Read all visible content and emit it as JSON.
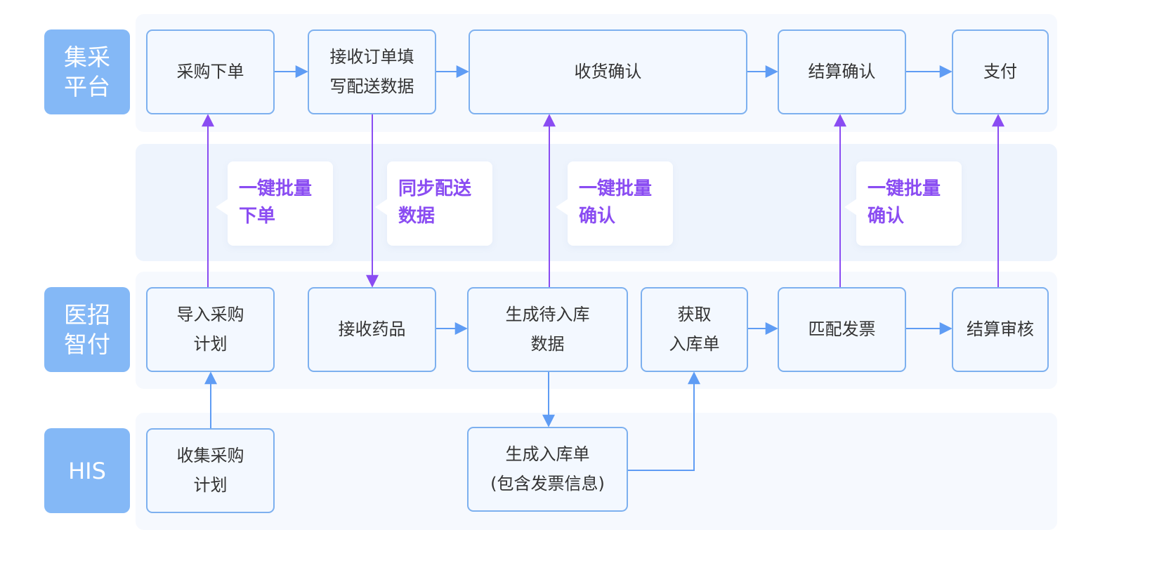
{
  "rows": {
    "platform": {
      "label": "集采\n平台"
    },
    "middle": {
      "label": ""
    },
    "yizhao": {
      "label": "医招\n智付"
    },
    "his": {
      "label": "HIS"
    }
  },
  "nodes": {
    "purchase_order": "采购下单",
    "receive_order_fill_delivery": "接收订单填\n写配送数据",
    "receipt_confirm": "收货确认",
    "settlement_confirm": "结算确认",
    "payment": "支付",
    "import_purchase_plan": "导入采购\n计划",
    "receive_drugs": "接收药品",
    "generate_pending_warehouse_data": "生成待入库\n数据",
    "get_warehouse_receipt": "获取\n入库单",
    "match_invoice": "匹配发票",
    "settlement_review": "结算审核",
    "collect_purchase_plan": "收集采购\n计划",
    "generate_warehouse_receipt": "生成入库单\n(包含发票信息)"
  },
  "callouts": {
    "batch_order": "一键批量\n下单",
    "sync_delivery": "同步配送\n数据",
    "batch_confirm_1": "一键批量\n确认",
    "batch_confirm_2": "一键批量\n确认"
  },
  "colors": {
    "lane_background": "#f6f9fe",
    "row_label_background": "#84b8f6",
    "node_border": "#7db0ef",
    "node_background": "#f3f8ff",
    "blue_arrow": "#5f9cf4",
    "purple_arrow": "#8a4cf2",
    "callout_text": "#8a4cf2"
  }
}
